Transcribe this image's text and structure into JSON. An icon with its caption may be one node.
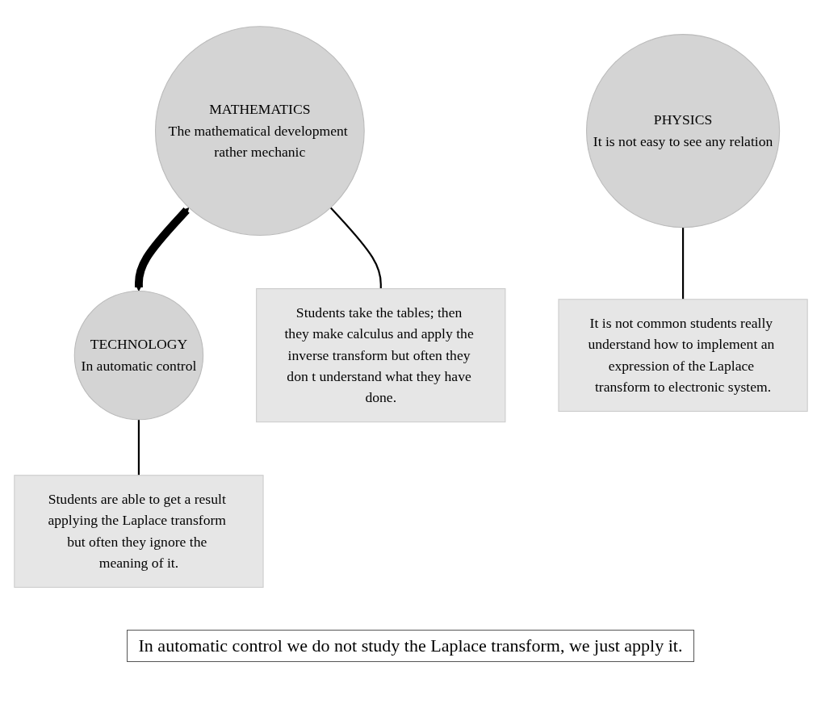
{
  "diagram": {
    "caption": "In automatic control we do not study the Laplace transform, we just apply it.",
    "nodes": [
      {
        "text": [
          "MATHEMATICS",
          "The mathematical development rather mechanic"
        ]
      },
      {
        "text": [
          "TECHNOLOGY",
          "In automatic control"
        ]
      },
      {
        "text": [
          "Students take the tables; then they make calculus and apply the inverse transform but often they don t understand what they have done."
        ]
      },
      {
        "text": [
          "PHYSICS",
          "It is not easy to see any relation"
        ]
      },
      {
        "text": [
          "Students are able to get a result applying the Laplace transform but often they ignore the meaning of it."
        ]
      },
      {
        "text": [
          "It is not common students really understand how to implement an expression of the Laplace transform to electronic system."
        ]
      }
    ],
    "edges": [
      {
        "from": 0,
        "to": 1,
        "arrow": "both",
        "style": "thick"
      },
      {
        "from": 0,
        "to": 2,
        "arrow": "none"
      },
      {
        "from": 1,
        "to": 4,
        "arrow": "none"
      },
      {
        "from": 3,
        "to": 5,
        "arrow": "none"
      }
    ]
  }
}
